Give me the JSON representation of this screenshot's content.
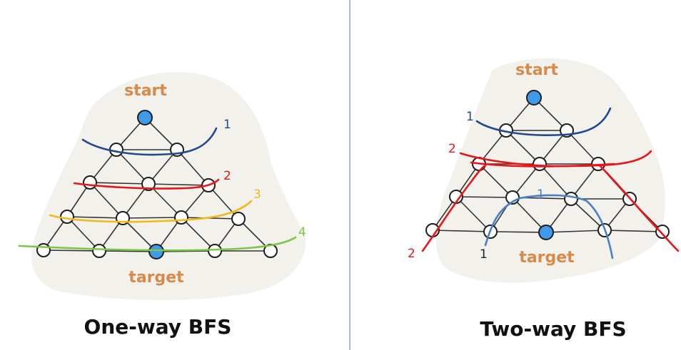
{
  "left_panel": {
    "title": "One-way BFS",
    "start_label": "start",
    "target_label": "target",
    "levels": [
      {
        "label": "1",
        "color": "#23488f"
      },
      {
        "label": "2",
        "color": "#e8161a"
      },
      {
        "label": "3",
        "color": "#f2b81c"
      },
      {
        "label": "4",
        "color": "#7ec449"
      }
    ]
  },
  "right_panel": {
    "title": "Two-way BFS",
    "start_label": "start",
    "target_label": "target",
    "start_side_levels": [
      {
        "label": "1",
        "color": "#23488f"
      },
      {
        "label": "2",
        "color": "#e8161a"
      }
    ],
    "target_side_levels": [
      {
        "label": "1",
        "color": "#4a7fc6"
      },
      {
        "label": "1",
        "color": "#222222"
      },
      {
        "label": "2",
        "color": "#e8161a"
      }
    ]
  },
  "colors": {
    "start_node": "#3d9be9",
    "target_node": "#3d9be9",
    "divider": "#6a8fc0",
    "paper": "#f3f1ec"
  }
}
